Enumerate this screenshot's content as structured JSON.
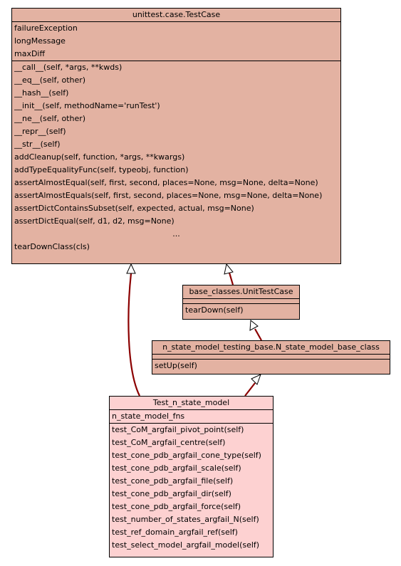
{
  "colors": {
    "base_fill": "#e3b2a2",
    "focus_fill": "#fdd1d1",
    "border": "#000000",
    "edge": "#8b0000"
  },
  "testcase": {
    "title": "unittest.case.TestCase",
    "attributes": [
      "failureException",
      "longMessage",
      "maxDiff"
    ],
    "methods": [
      "__call__(self, *args, **kwds)",
      "__eq__(self, other)",
      "__hash__(self)",
      "__init__(self, methodName='runTest')",
      "__ne__(self, other)",
      "__repr__(self)",
      "__str__(self)",
      "addCleanup(self, function, *args, **kwargs)",
      "addTypeEqualityFunc(self, typeobj, function)",
      "assertAlmostEqual(self, first, second, places=None, msg=None, delta=None)",
      "assertAlmostEquals(self, first, second, places=None, msg=None, delta=None)",
      "assertDictContainsSubset(self, expected, actual, msg=None)",
      "assertDictEqual(self, d1, d2, msg=None)"
    ],
    "ellipsis": "...",
    "last_method": "tearDownClass(cls)"
  },
  "unit_test_case": {
    "title": "base_classes.UnitTestCase",
    "methods": [
      "tearDown(self)"
    ]
  },
  "n_state_base": {
    "title": "n_state_model_testing_base.N_state_model_base_class",
    "methods": [
      "setUp(self)"
    ]
  },
  "test_n_state": {
    "title": "Test_n_state_model",
    "attributes": [
      "n_state_model_fns"
    ],
    "methods": [
      "test_CoM_argfail_pivot_point(self)",
      "test_CoM_argfail_centre(self)",
      "test_cone_pdb_argfail_cone_type(self)",
      "test_cone_pdb_argfail_scale(self)",
      "test_cone_pdb_argfail_file(self)",
      "test_cone_pdb_argfail_dir(self)",
      "test_cone_pdb_argfail_force(self)",
      "test_number_of_states_argfail_N(self)",
      "test_ref_domain_argfail_ref(self)",
      "test_select_model_argfail_model(self)"
    ]
  }
}
